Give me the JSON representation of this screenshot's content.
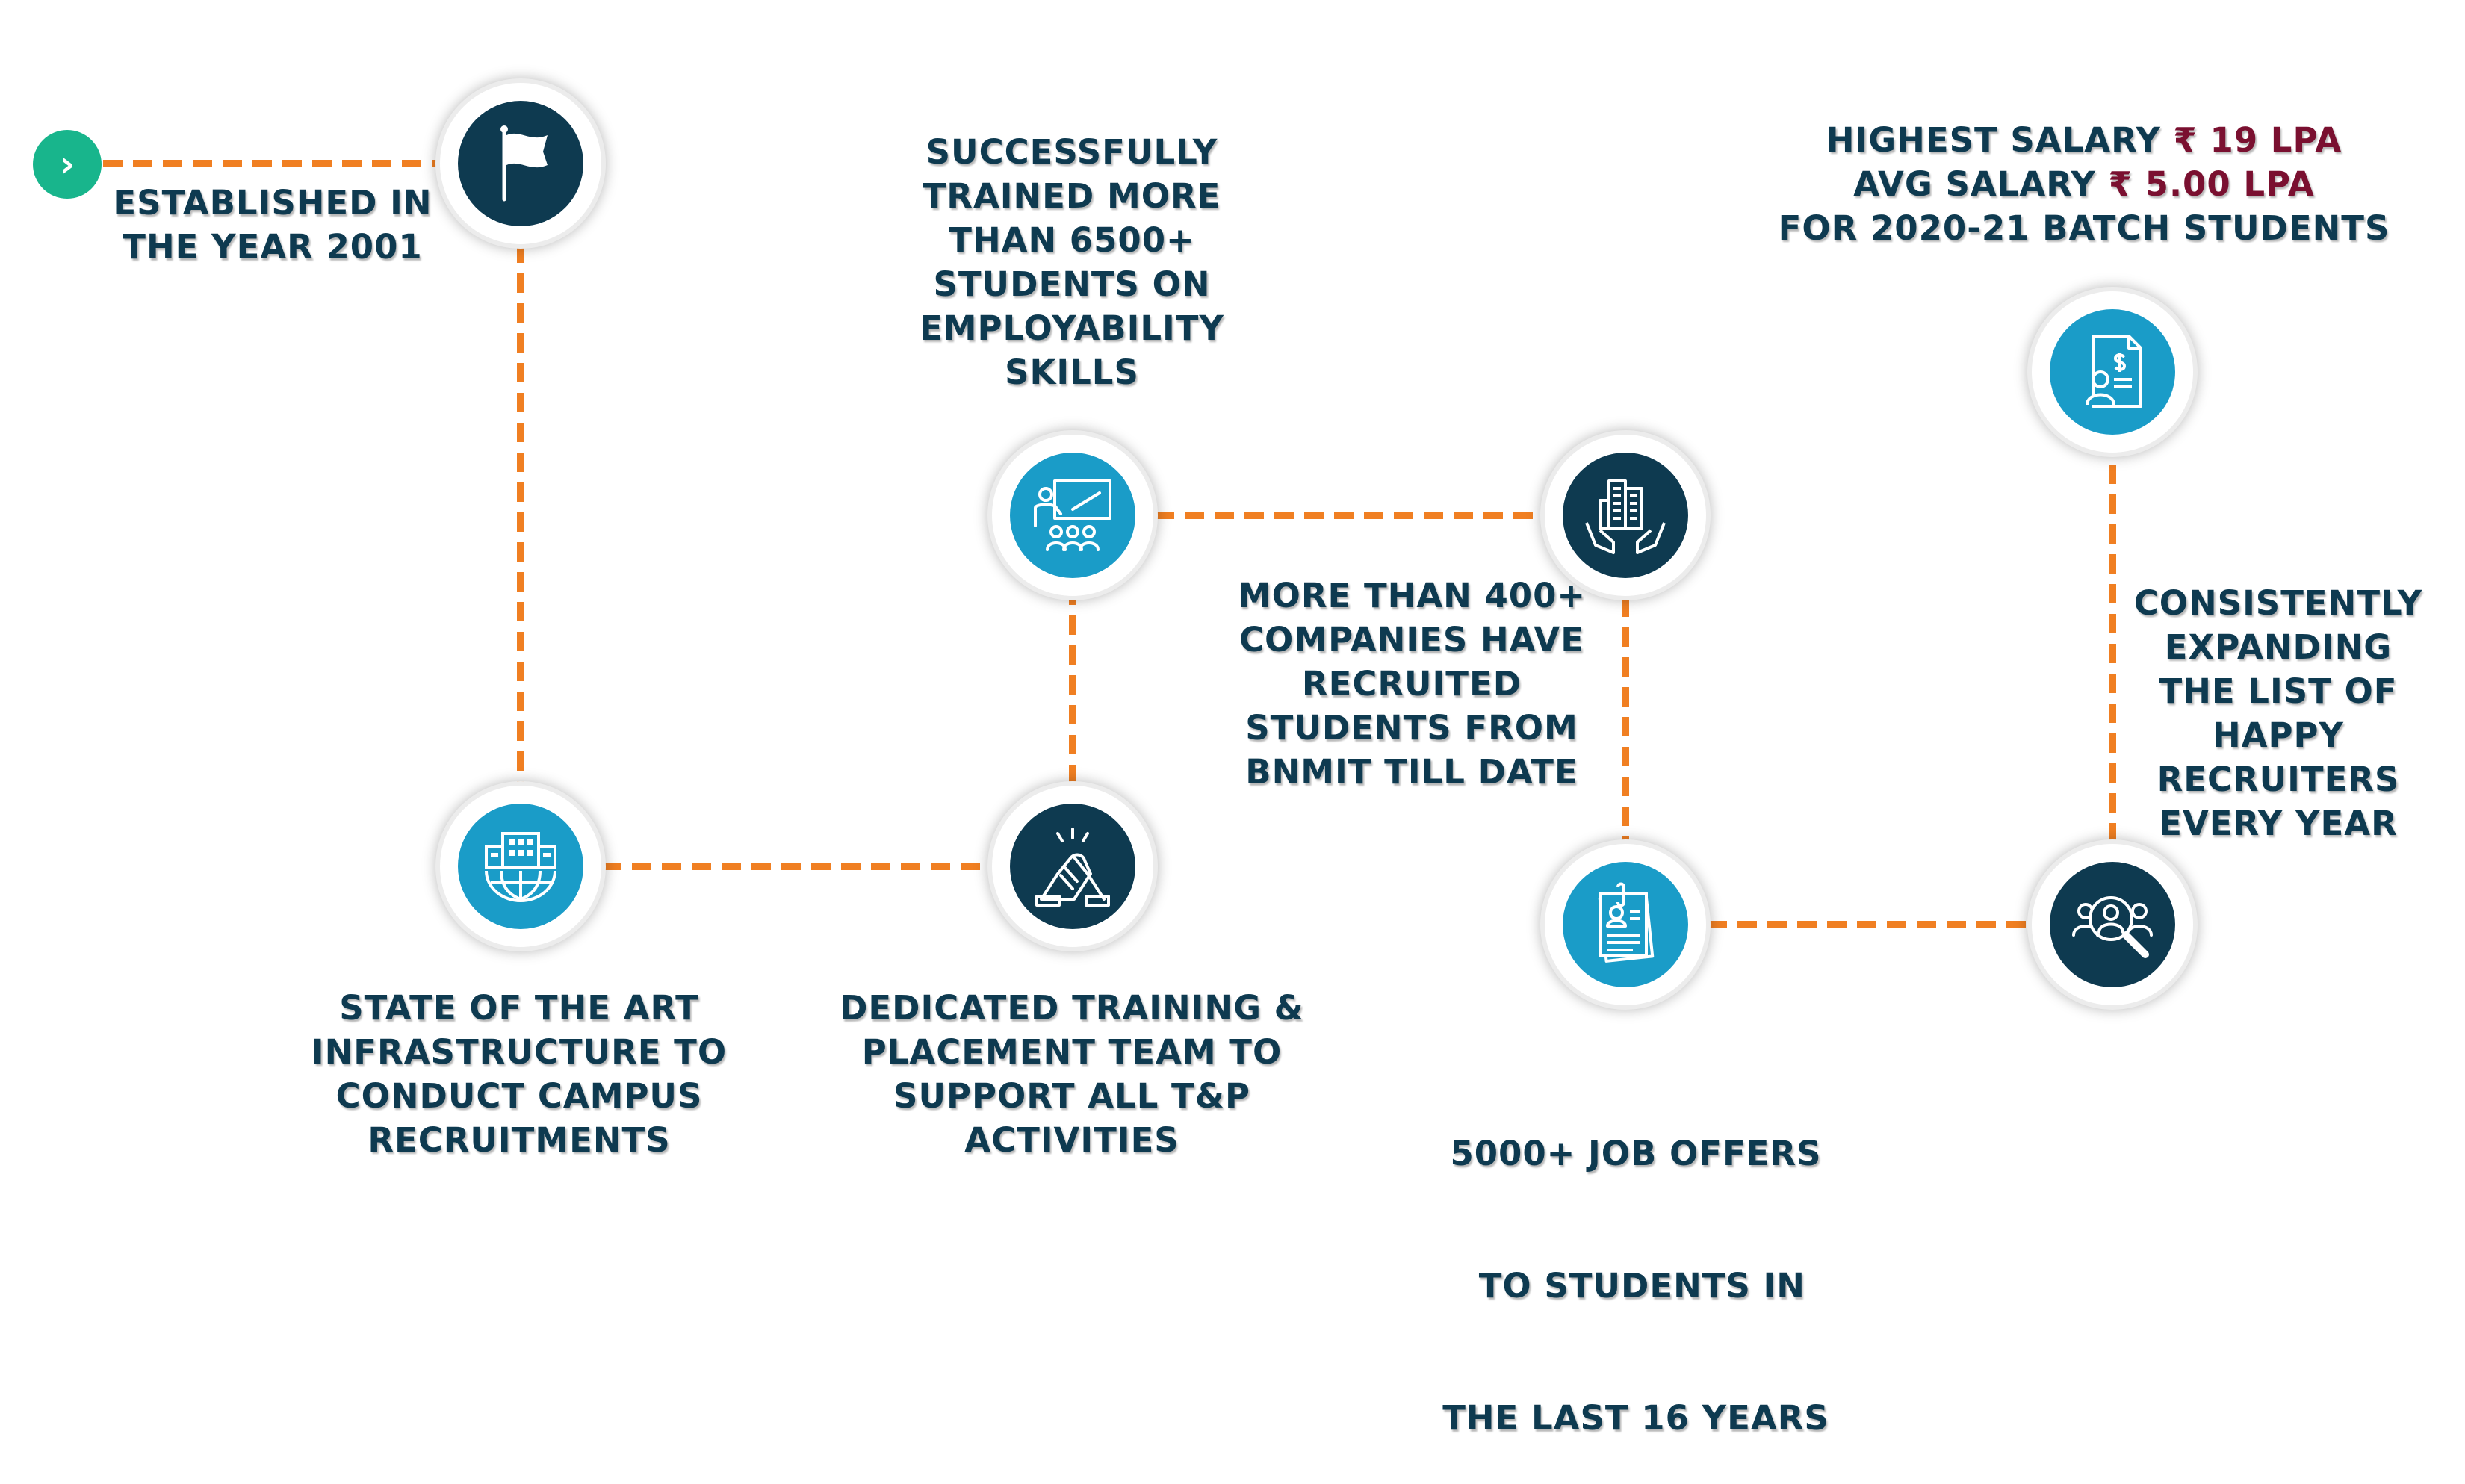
{
  "start_arrow": "›",
  "labels": {
    "established": [
      "ESTABLISHED IN",
      "THE YEAR 2001"
    ],
    "infrastructure": [
      "STATE OF THE ART",
      "INFRASTRUCTURE TO",
      "CONDUCT CAMPUS",
      "RECRUITMENTS"
    ],
    "team": [
      "DEDICATED TRAINING &",
      "PLACEMENT TEAM TO",
      "SUPPORT ALL T&P",
      "ACTIVITIES"
    ],
    "trained": [
      "SUCCESSFULLY",
      "TRAINED MORE",
      "THAN  6500+",
      "STUDENTS ON",
      "EMPLOYABILITY",
      "SKILLS"
    ],
    "companies": [
      "MORE THAN  400+",
      "COMPANIES HAVE",
      "RECRUITED",
      "STUDENTS FROM",
      "BNMIT TILL DATE"
    ],
    "offers": [
      "5000+ JOB OFFERS",
      " TO STUDENTS IN",
      "THE LAST 16 YEARS"
    ],
    "recruiters": [
      "CONSISTENTLY",
      "EXPANDING",
      "THE LIST OF",
      "HAPPY",
      "RECRUITERS",
      "EVERY YEAR"
    ],
    "salary": {
      "highest_label": "HIGHEST SALARY ",
      "highest_value": "₹ 19 LPA",
      "avg_label": "AVG SALARY ",
      "avg_value": "₹ 5.00 LPA",
      "batch": "FOR 2020-21 BATCH STUDENTS"
    }
  },
  "icons": {
    "established": "flag-icon",
    "infrastructure": "building-globe-icon",
    "team": "handshake-icon",
    "trained": "classroom-icon",
    "companies": "buildings-hands-icon",
    "offers": "resume-documents-icon",
    "recruiters": "recruiter-search-icon",
    "salary": "salary-document-icon"
  },
  "colors": {
    "connector": "#f07f22",
    "navy": "#0e3a50",
    "teal": "#1a9cc8",
    "highlight": "#7a1030",
    "start": "#18b58c"
  }
}
